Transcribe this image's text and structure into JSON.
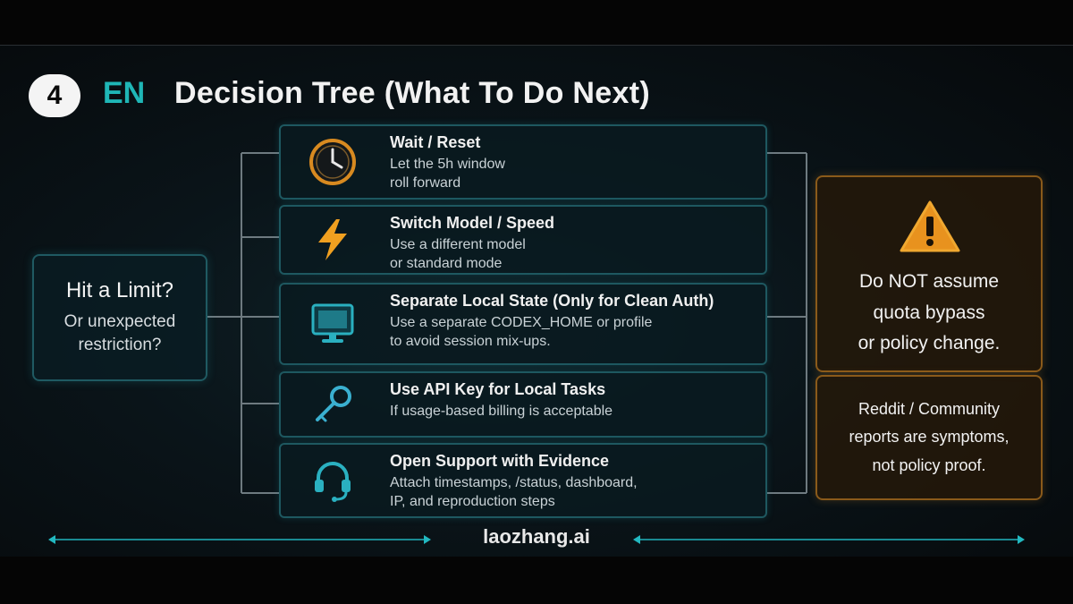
{
  "header": {
    "step_number": "4",
    "language_tag": "EN",
    "title": "Decision Tree (What To Do Next)"
  },
  "start": {
    "title": "Hit a Limit?",
    "subtitle_line1": "Or unexpected",
    "subtitle_line2": "restriction?"
  },
  "options": [
    {
      "icon": "clock-icon",
      "title": "Wait / Reset",
      "desc_line1": "Let the 5h window",
      "desc_line2": "roll forward"
    },
    {
      "icon": "lightning-icon",
      "title": "Switch Model / Speed",
      "desc_line1": "Use a different model",
      "desc_line2": "or standard mode"
    },
    {
      "icon": "monitor-icon",
      "title": "Separate Local State (Only for Clean Auth)",
      "desc_line1": "Use a separate CODEX_HOME or profile",
      "desc_line2": "to avoid session mix-ups."
    },
    {
      "icon": "key-icon",
      "title": "Use API Key for Local Tasks",
      "desc_line1": "If usage-based billing is acceptable",
      "desc_line2": ""
    },
    {
      "icon": "headset-icon",
      "title": "Open Support with Evidence",
      "desc_line1": "Attach timestamps, /status, dashboard,",
      "desc_line2": "IP, and reproduction steps"
    }
  ],
  "warning": {
    "icon": "warning-triangle-icon",
    "line1": "Do NOT assume",
    "line2": "quota bypass",
    "line3": "or policy change."
  },
  "note": {
    "line1": "Reddit / Community",
    "line2": "reports are symptoms,",
    "line3": "not policy proof."
  },
  "footer": {
    "brand": "laozhang.ai"
  },
  "colors": {
    "accent_teal": "#1fb6b6",
    "warning_orange": "#e8921e",
    "card_border": "#1e5860",
    "warn_border": "#8a5a1a"
  }
}
